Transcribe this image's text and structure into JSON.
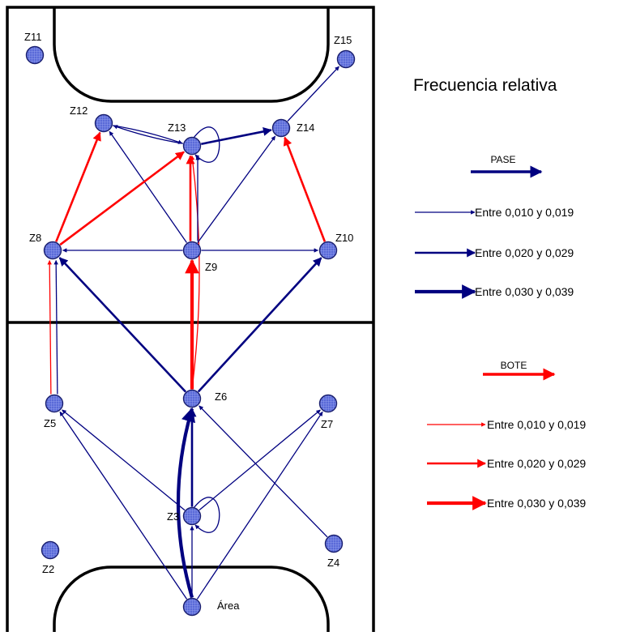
{
  "title": "Frecuencia relativa",
  "legend": {
    "pase": {
      "heading": "PASE",
      "color": "#000080",
      "entries": [
        {
          "label": "Entre 0,010 y 0,019",
          "weight": 1
        },
        {
          "label": "Entre 0,020 y 0,029",
          "weight": 2
        },
        {
          "label": "Entre 0,030 y 0,039",
          "weight": 3
        }
      ]
    },
    "bote": {
      "heading": "BOTE",
      "color": "#ff0000",
      "entries": [
        {
          "label": "Entre 0,010 y 0,019",
          "weight": 1
        },
        {
          "label": "Entre 0,020 y 0,029",
          "weight": 2
        },
        {
          "label": "Entre 0,030 y 0,039",
          "weight": 3
        }
      ]
    }
  },
  "zones": [
    {
      "id": "Z11",
      "label": "Z11"
    },
    {
      "id": "Z15",
      "label": "Z15"
    },
    {
      "id": "Z12",
      "label": "Z12"
    },
    {
      "id": "Z13",
      "label": "Z13"
    },
    {
      "id": "Z14",
      "label": "Z14"
    },
    {
      "id": "Z8",
      "label": "Z8"
    },
    {
      "id": "Z9",
      "label": "Z9"
    },
    {
      "id": "Z10",
      "label": "Z10"
    },
    {
      "id": "Z6",
      "label": "Z6"
    },
    {
      "id": "Z5",
      "label": "Z5"
    },
    {
      "id": "Z7",
      "label": "Z7"
    },
    {
      "id": "Z3",
      "label": "Z3"
    },
    {
      "id": "Z2",
      "label": "Z2"
    },
    {
      "id": "Z4",
      "label": "Z4"
    },
    {
      "id": "Area",
      "label": "Área"
    }
  ],
  "transitions": [
    {
      "from": "Area",
      "to": "Z3",
      "kind": "pase",
      "weight": 1
    },
    {
      "from": "Area",
      "to": "Z5",
      "kind": "pase",
      "weight": 1
    },
    {
      "from": "Area",
      "to": "Z7",
      "kind": "pase",
      "weight": 1
    },
    {
      "from": "Area",
      "to": "Z6",
      "kind": "pase",
      "weight": 3
    },
    {
      "from": "Z3",
      "to": "Z6",
      "kind": "pase",
      "weight": 2
    },
    {
      "from": "Z3",
      "to": "Z5",
      "kind": "pase",
      "weight": 1
    },
    {
      "from": "Z3",
      "to": "Z7",
      "kind": "pase",
      "weight": 1
    },
    {
      "from": "Z3",
      "to": "Z3",
      "kind": "pase",
      "weight": 1
    },
    {
      "from": "Z4",
      "to": "Z6",
      "kind": "pase",
      "weight": 1
    },
    {
      "from": "Z5",
      "to": "Z8",
      "kind": "pase",
      "weight": 1
    },
    {
      "from": "Z5",
      "to": "Z8",
      "kind": "bote",
      "weight": 1
    },
    {
      "from": "Z6",
      "to": "Z8",
      "kind": "pase",
      "weight": 2
    },
    {
      "from": "Z6",
      "to": "Z10",
      "kind": "pase",
      "weight": 2
    },
    {
      "from": "Z6",
      "to": "Z9",
      "kind": "bote",
      "weight": 3
    },
    {
      "from": "Z6",
      "to": "Z13",
      "kind": "bote",
      "weight": 1
    },
    {
      "from": "Z9",
      "to": "Z8",
      "kind": "pase",
      "weight": 1
    },
    {
      "from": "Z9",
      "to": "Z10",
      "kind": "pase",
      "weight": 1
    },
    {
      "from": "Z9",
      "to": "Z12",
      "kind": "pase",
      "weight": 1
    },
    {
      "from": "Z9",
      "to": "Z13",
      "kind": "pase",
      "weight": 1
    },
    {
      "from": "Z9",
      "to": "Z13",
      "kind": "bote",
      "weight": 2
    },
    {
      "from": "Z9",
      "to": "Z14",
      "kind": "pase",
      "weight": 1
    },
    {
      "from": "Z8",
      "to": "Z12",
      "kind": "bote",
      "weight": 2
    },
    {
      "from": "Z8",
      "to": "Z13",
      "kind": "bote",
      "weight": 2
    },
    {
      "from": "Z10",
      "to": "Z14",
      "kind": "bote",
      "weight": 2
    },
    {
      "from": "Z13",
      "to": "Z12",
      "kind": "pase",
      "weight": 1
    },
    {
      "from": "Z12",
      "to": "Z13",
      "kind": "pase",
      "weight": 1
    },
    {
      "from": "Z13",
      "to": "Z14",
      "kind": "pase",
      "weight": 2
    },
    {
      "from": "Z13",
      "to": "Z13",
      "kind": "pase",
      "weight": 1
    },
    {
      "from": "Z14",
      "to": "Z15",
      "kind": "pase",
      "weight": 1
    }
  ]
}
